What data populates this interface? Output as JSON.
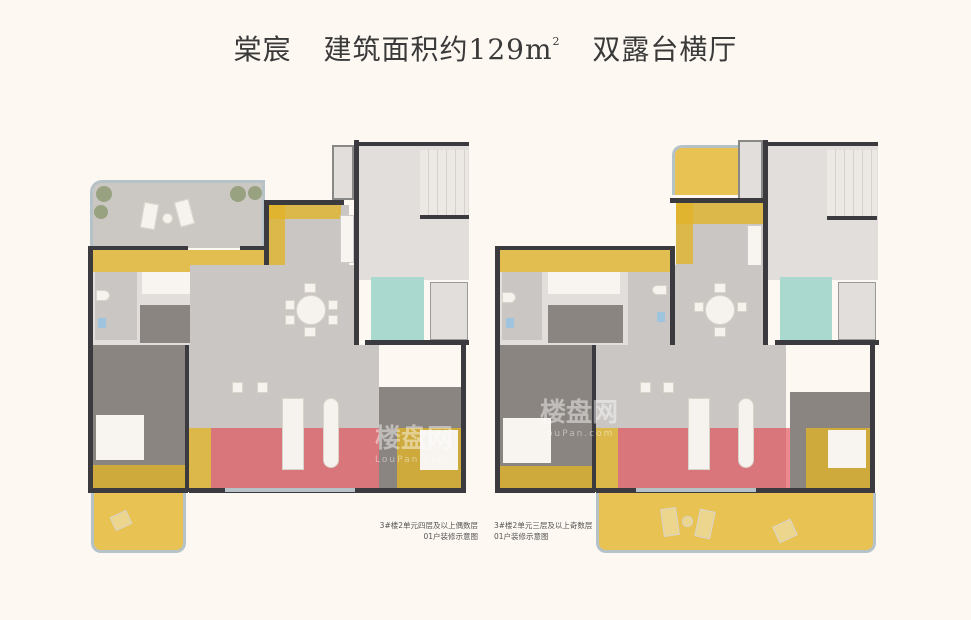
{
  "title": {
    "name": "棠宸",
    "area_label": "建筑面积约129㎡",
    "area_prefix": "建筑面积约129m",
    "area_sup": "2",
    "feature": "双露台横厅"
  },
  "plans": [
    {
      "id": "plan-left",
      "caption_line1": "3#楼2单元四层及以上偶数层",
      "caption_line2": "01户装修示意图"
    },
    {
      "id": "plan-right",
      "caption_line1": "3#楼2单元三层及以上奇数层",
      "caption_line2": "01户装修示意图"
    }
  ],
  "watermark": {
    "text": "楼盘网",
    "subtext": "LouPan.com"
  },
  "colors": {
    "background": "#fdf8f2",
    "highlight_yellow": "#e2b428",
    "highlight_red": "#e24650",
    "highlight_teal": "#a9d9cf",
    "wall": "#3b3a3f"
  }
}
